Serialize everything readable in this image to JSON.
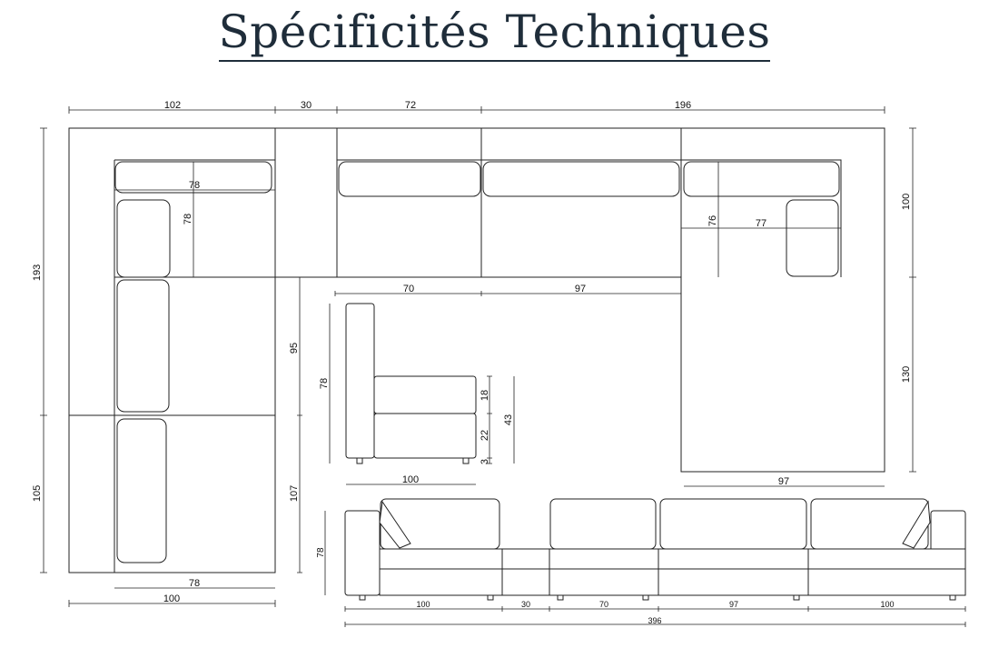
{
  "title": "Spécificités Techniques",
  "top_view": {
    "top_dims": [
      "102",
      "30",
      "72",
      "196"
    ],
    "left_dims": [
      "193",
      "105"
    ],
    "right_dims": [
      "100",
      "130"
    ],
    "inner": {
      "seat_width": "78",
      "seat_depth": "78",
      "corner_depth": "76",
      "corner_width": "77",
      "mid_left": "70",
      "mid_right": "97",
      "col_95": "95",
      "col_107": "107",
      "bottom_seat": "78",
      "bottom_total": "100",
      "chaise_width": "97"
    }
  },
  "side_view": {
    "height": "78",
    "seat_h": "18",
    "base_h": "22",
    "leg_h": "3",
    "total_h": "43",
    "depth": "100"
  },
  "front_view": {
    "height": "78",
    "dims": [
      "100",
      "30",
      "70",
      "97",
      "100"
    ],
    "total": "396"
  }
}
